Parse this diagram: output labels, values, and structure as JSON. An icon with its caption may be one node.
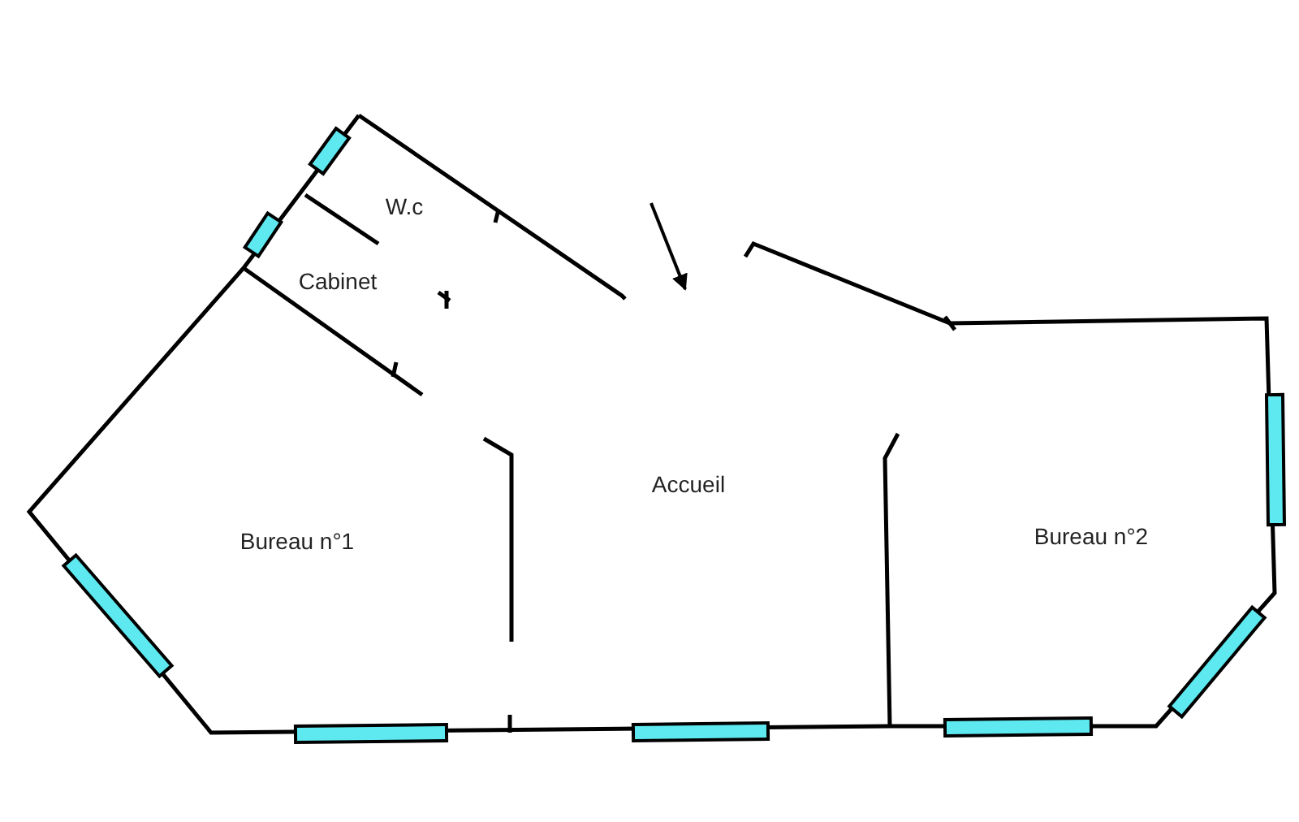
{
  "diagram": {
    "labels": [
      "W.c",
      "Cabinet",
      "Accueil",
      "Bureau n°1",
      "Bureau n°2"
    ]
  }
}
